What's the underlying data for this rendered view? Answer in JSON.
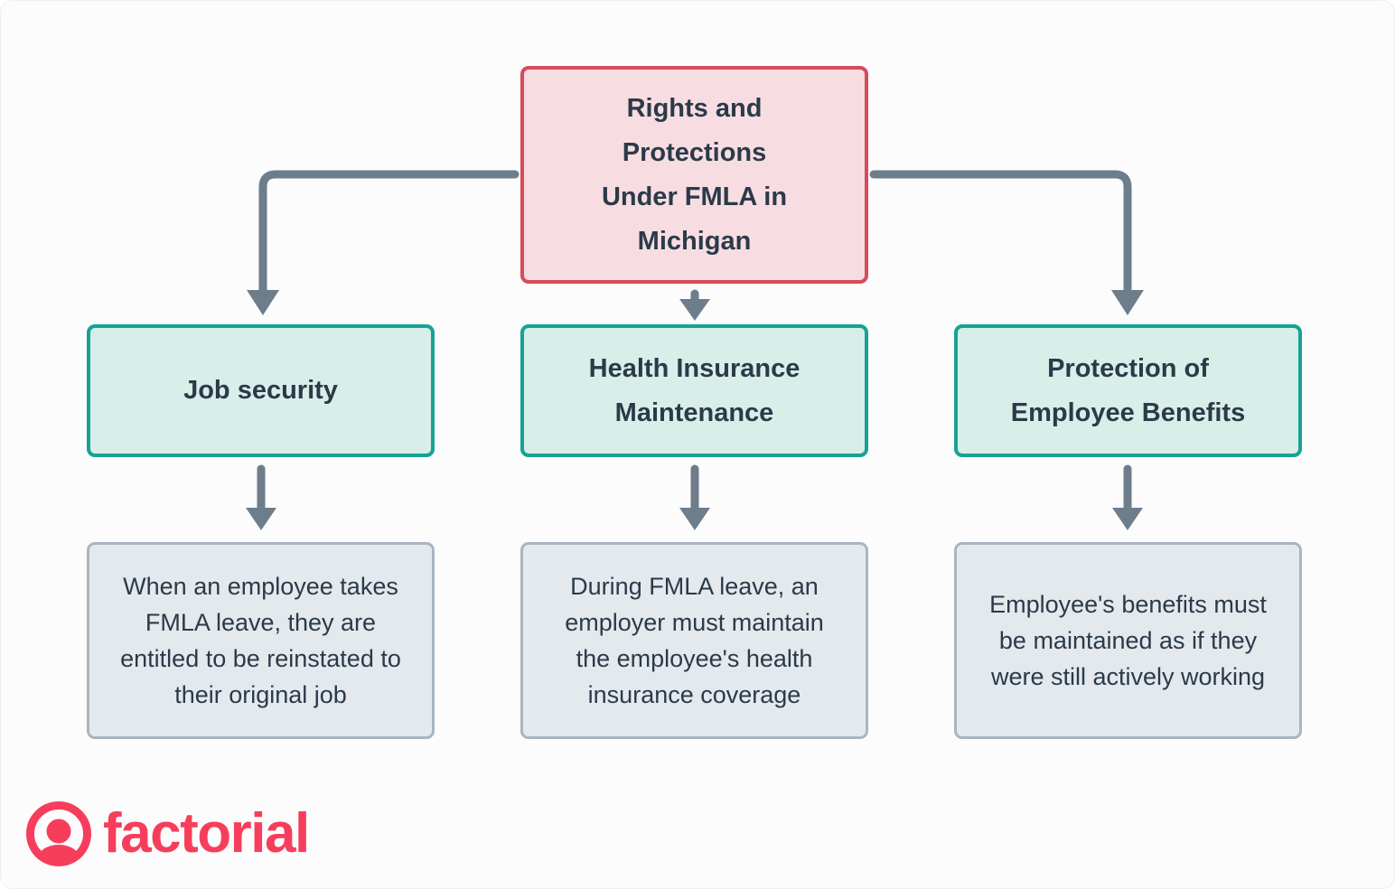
{
  "theme": {
    "canvas-bg": "#fcfcfc",
    "root-fill": "#f7dde2",
    "root-border": "#d54c5c",
    "branch-fill": "#d8efe9",
    "branch-border": "#17a295",
    "desc-fill": "#e4e9ed",
    "desc-border": "#a9b5c1",
    "text-color": "#2b3a49",
    "arrow-color": "#6d7d8c",
    "logo-color": "#f63e5c"
  },
  "diagram": {
    "root": {
      "title": "Rights and Protections Under FMLA in Michigan"
    },
    "branches": [
      {
        "title": "Job security",
        "description": "When an employee takes FMLA leave, they are entitled to be reinstated to their original job"
      },
      {
        "title": "Health Insurance Maintenance",
        "description": "During FMLA leave, an employer must maintain the employee's health insurance coverage"
      },
      {
        "title": "Protection of Employee Benefits",
        "description": "Employee's benefits must be maintained as if they were still actively working"
      }
    ]
  },
  "footer": {
    "brand": "factorial"
  }
}
